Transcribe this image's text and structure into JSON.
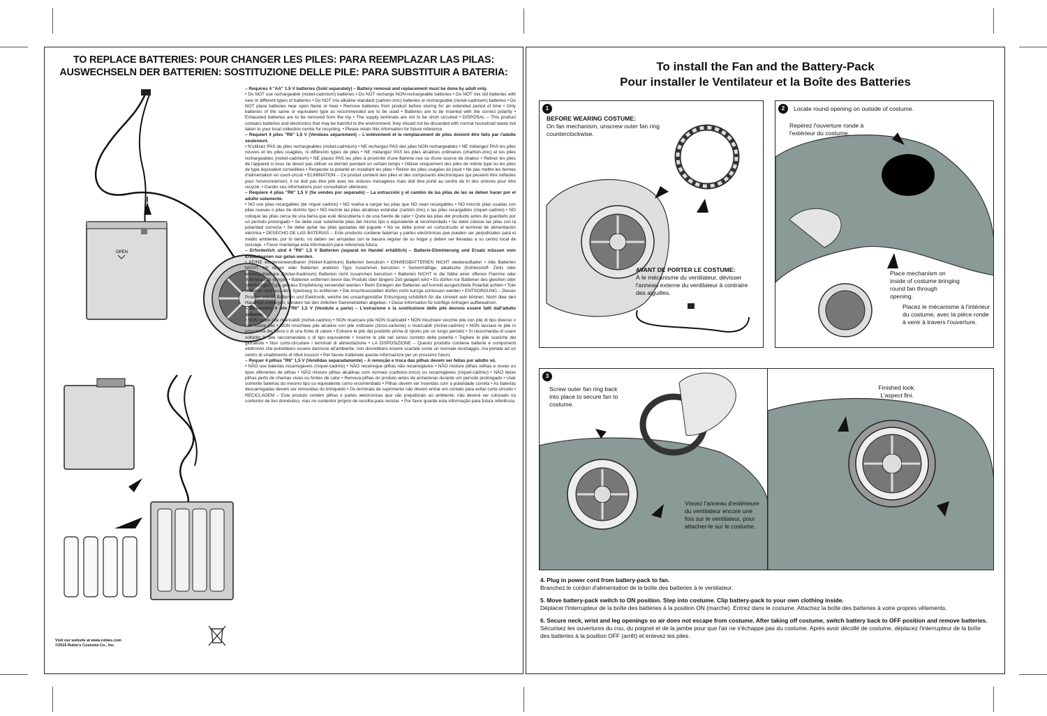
{
  "left": {
    "title_line1": "TO REPLACE BATTERIES: POUR CHANGER LES PILES: PARA REEMPLAZAR LAS PILAS:",
    "title_line2": "AUSWECHSELN DER BATTERIEN: SOSTITUZIONE DELLE PILE: PARA SUBSTITUIR A BATERIA:",
    "open_label": "OPEN",
    "paragraphs": [
      "– Requires 4 \"AA\" 1.5 V batteries (Sold separately) – Battery removal and replacement must be done by adult only.",
      "• Do NOT use rechargeable (nickel-cadmium) batteries • Do NOT recharge NON-rechargeable batteries • Do NOT mix old batteries with new or different types of batteries • Do NOT mix alkaline standard (carbon-zinc) batteries or rechargeable (nickel-cadmium) batteries • Do NOT place batteries near open flame or heat • Remove batteries from product before storing for an extended period of time • Only batteries of the same or equivalent type as recommended are to be used • Batteries are to be inserted with the correct polarity • Exhausted batteries are to be removed from the toy • The supply terminals are not to be short circuited • DISPOSAL – This product contains batteries and electronics that may be harmful to the environment; they should not be discarded with normal household waste but taken to your local collection centre for recycling. • Please retain this information for future reference.",
      "– Requiert 4 piles \"R6\" 1,5 V (Vendues séparément) – L'enlèvement et le remplacement de piles doivent être faits par l'adulte seulement.",
      "• N'utilisez PAS de piles rechargeables (nickel-cadmium) • NE rechargez PAS des piles NON rechargeables • NE mélangez PAS les piles nouves et les piles usagées, ni différents types de piles • NE mélangez PAS les piles alcalines ordinaires (charbon-zinc) et les piles rechargeables (nickel-cadmium) • NE placez PAS les piles à proximité d'une flamme nue ou d'une source de chaleur • Retirez les piles de l'appareil si vous ne devez pas utiliser ce dernier pendant un certain temps • Utiliser uniquement des piles de même type ou les piles de type équivalent conseillées • Respecter la polarité en installant les piles • Retirer les piles usagées du jouet • Ne pas mettre les bornes d'alimentation en court-circuit • ELIMINATION – Ce produit contient des piles et des composants électroniques qui peuvent être néfastes pour l'environnement, il ne doit pas être jeté avec les ordures ménagères mais doit être porté au centre de tri des ordures pour être recyclé. • Garder ces informations pour consultation ultérieure.",
      "– Requiere 4 pilas \"R6\" 1,5 V (Se vendes por separado) – La extracción y el cambio de las pilas de las se deben hacer por el adulto solamente.",
      "• NO use pilas recargables (de níquel cadmio) • NO vuelva a cargar las pilas que NO sean recargables • NO mezcle pilas usadas con pilas nuevas o pilas de distinto tipo • NO mezcle las pilas alcalinas estándar (carbón zinc) o las pilas recargables (níquel cadmio) • NO coloque las pilas cerca de una llama que esté descubierta o de una fuente de calor • Quite las pilas del producto antes de guardarlo por un período prolongado • Se debe usar solamente pilas del mismo tipo o equivalente al recomendado • Se debe colocar las pilas con la polaridad correcta • Se debe quitar las pilas gastadas del juguete • No se debe poner en cortocircuito el terminal de alimentación eléctrica • DESECHO DE LAS BATERIAS – Este producto contiene baterías y partes electrónicas que pueden ser perjudiciales para el medio ambiente; por lo tanto, no deben ser arrojadas con la basura regular de su hogar y deben ser llevadas a su centro local de reciclaje. • Favor mantenga esta información para referencia futura.",
      "– Erforderlich sind 4 \"R6\" 1,5 V Batterien (separat im Handel erhältlich) – Batterie-Eliminierung und Ersatz müssen vom Erwachsenen nur getan werden.",
      "• KEINE wiederverwendbaren (Nickel-Kadmium) Batterien benutzen • EINWEGBATTERIEN NICHT wiederaufladen • Alte Batterien NICHT mit neuen oder Batterien anderen Typs zusammen benutzen • Serienmäßige, alkalische (Kohlenstoff- Zink) oder wiederaufladbare (Nickel-Kadmium) Batterien nicht zusammen benutzen • Batterien NICHT in die Nähe einer offenen Flamme oder Wärmequelle bringen • Batterien entfernen bevor das Produkt über längere Zeit gelagert wird • Es dürfen nur Batterien des gleichen oder gleichartigen Typs gemäss Empfehlung verwendet werden • Beim Einlegen der Batterien auf korrekt ausgerichtete Polarität achten • Tote Batterien sind aus dem Spielzeug zu entfernen • Die Anschlussstellen dürfen nicht kurzge-schlossen werden • ENTSORGUNG – Dieses Produkt enthält Batterien und Elektronik, welche bei unsachgemäßer Entsorgung schädlich für die Umwelt sein können. Nicht über den Hausmüll entsorgen, sondern bei den örtlichen Sammelstellen abgeben. • Diese Information für künftige Anfragen aufbewahren.",
      "– Occorrono 4 pile \"R6\" 1,5 V (Vendute a parte) – L'estrazione e la sostituzione delle pile devono essere fatti dall'adulto soltanto.",
      "• NON usare pile ricaricabili (nichel-cadmio) • NON ricaricare pile NON ricaricabili • NON mischiare vecchie pile con pile di tipo diverso o con nuove pile • NON mischiare pile alcaline con pile ordinarie (zinco-carbone) o ricaricabili (nichel-cadmio) • NON lasciare le pile in prossimità del fuoco o di una fonte di calore • Estrarre le pile dal prodotto prima di riporlo per un lungo periodo • Si raccomanda di usare soltanto le pile raccomandate o di tipo equivalente • Inserire le pile nel senso corretto della polarità • Togliere le pile scariche dal giocattolo • Non corto-circuitare i terminali di alimentazione • LA DISPOSIZIONE – Questo prodotto contiene batterie e componenti elettronici che potrebbero essere dannose all'ambiente; non dovrebbero essere scartate come un normale reciclaggio, ma portate ad un centro di smaltimento di rifiuti tossico! • Per favore trattenete queste informazioni per un prossimo futuro.",
      "– Requer 4 pilhas \"R6\" 1,5 V (Vendidas separadamente) – A remoção e troca das pilhas devem ser feitas por adulto só.",
      "• NÃO use baterias recarregáveis (níquel-cádmio) • NÃO recarregue pilhas não recarregáveis • NÃO misture pilhas velhas e novas ou tipos diferentes de pilhas • NÃO misture pilhas alcalinas com normais (carbono-zinco) ou recarregáveis (níquel-cádmio) • NÃO deixe pilhas perto de chamas vivas ou fontes de calor • Remova pilhas do produto antes de armazenar durante um período prolongado • Usar somente baterias do mesmo tipo ou equivalente como recomendado • Pilhas devem ser inseridas com a polaridade correta • As baterias descarregadas devem ser removidas do brinquedo • Os terminais de suprimento não devem entrar em contato para evitar curto-circuito • RECICLAGEM – Este produto contém pilhas e partes electrónicas que são prejudiciais ao ambiente; não deverá ser colocado no contentor de lixo doméstico, mas no contentor próprio de recolha para reciclar. • Por favor guarde esta informação para futura referência."
    ],
    "footer_line1": "Visit our website at www.rubies.com",
    "footer_line2": "©2015 Rubie's Costume Co., Inc."
  },
  "right": {
    "title_line1": "To install the Fan and the Battery-Pack",
    "title_line2": "Pour installer le Ventilateur et la Boîte des Batteries",
    "panel1": {
      "badge": "1",
      "en_heading": "BEFORE WEARING COSTUME:",
      "en_text": "On fan mechanism, unscrew outer fan ring counterclockwise.",
      "fr_heading": "AVANT DE PORTER LE COSTUME:",
      "fr_text": "À le mécanisme du ventilateur, dévisser l'anneau externe du ventilateur à contraire des aiguilles."
    },
    "panel2": {
      "badge": "2",
      "en_top": "Locate round opening on outside of costume.",
      "fr_top": "Repérez l'ouverture ronde à l'extérieur du costume.",
      "en_bottom": "Place mechanism on inside of costume bringing round fan through opening.",
      "fr_bottom": "Placez le mécanisme à l'intérieur du costume, avec la pièce ronde à venir à travers l'ouverture."
    },
    "panel3": {
      "badge": "3",
      "en_text": "Screw outer fan ring back into place to secure fan to costume.",
      "fr_text": "Vissez l'anneau d'extérieure du ventilateur encore une fois sur le ventilateur, pour attacher-le sur le costume."
    },
    "panel4": {
      "en_text": "Finished look.",
      "fr_text": "L'aspect fini."
    },
    "steps": [
      {
        "en": "4. Plug in power cord from battery-pack to fan.",
        "fr": "Branchez le cordon d'alimentation de la boîte des batteries à le ventilateur."
      },
      {
        "en": "5. Move battery-pack switch to ON position. Step into costume. Clip battery-pack to your own clothing inside.",
        "fr": "Déplacer l'interrupteur de la boîte des batteries à la position ON (marche). Entrez dans le costume. Attachez la boîte des batteries à votre propres vêtements."
      },
      {
        "en": "6. Secure neck, wrist and leg openings so air does not escape from costume. After taking off costume, switch battery back to OFF position and remove batteries.",
        "fr": "Sécurisez les ouvertures du cou, du poignet et de la jambe pour que l'air ne s'échappe pas du costume. Après avoir décollé de costume, déplacez l'interrupteur de la boîte des batteries à la position OFF (arrêt) et enlevez les piles."
      }
    ]
  }
}
